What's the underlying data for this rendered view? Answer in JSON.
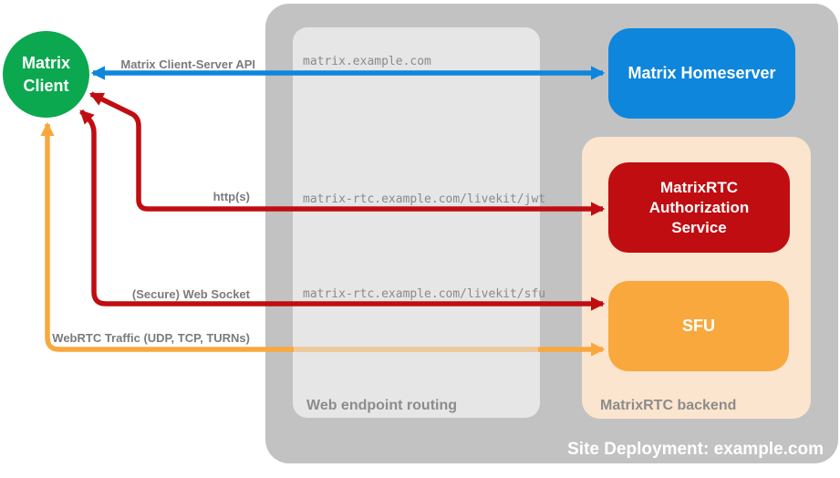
{
  "client": {
    "label": "Matrix Client"
  },
  "homeserver": {
    "label": "Matrix Homeserver"
  },
  "backend": {
    "label": "MatrixRTC backend",
    "auth_service": "MatrixRTC Authorization Service",
    "sfu": "SFU"
  },
  "routing": {
    "label": "Web endpoint routing",
    "endpoints": [
      "matrix.example.com",
      "matrix-rtc.example.com/livekit/jwt",
      "matrix-rtc.example.com/livekit/sfu"
    ]
  },
  "site": {
    "label": "Site Deployment: example.com"
  },
  "connections": [
    {
      "label": "Matrix Client-Server API",
      "color": "#0e86dc"
    },
    {
      "label": "http(s)",
      "color": "#c00d11"
    },
    {
      "label": "(Secure) Web Socket",
      "color": "#c00d11"
    },
    {
      "label": "WebRTC Traffic (UDP, TCP, TURNs)",
      "color": "#f9a83e"
    }
  ],
  "colors": {
    "client_green": "#0ca84f",
    "homeserver_blue": "#0e86dc",
    "auth_red": "#c00d11",
    "sfu_orange": "#f9a83e",
    "backend_peach": "#fce5ce",
    "site_gray": "#c2c2c2",
    "routing_gray": "#e6e6e6",
    "label_gray": "#7b7b7b"
  }
}
